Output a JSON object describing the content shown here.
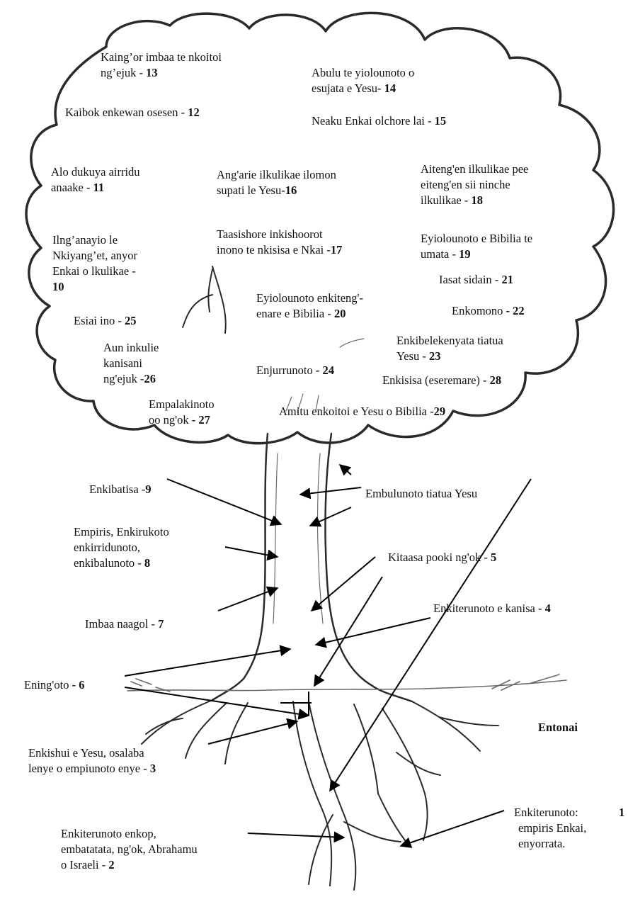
{
  "labels": {
    "l13": {
      "text": "Kaing’or imbaa te nkoitoi\nng’ejuk - ",
      "num": "13"
    },
    "l14": {
      "text": "Abulu te  yiolounoto  o\nesujata e Yesu- ",
      "num": "14"
    },
    "l12": {
      "text": "Kaibok enkewan osesen - ",
      "num": "12"
    },
    "l15": {
      "text": "Neaku Enkai olchore lai - ",
      "num": "15"
    },
    "l11": {
      "text": "Alo dukuya airridu\nanaake - ",
      "num": "11"
    },
    "l16": {
      "text": "Ang'arie ilkulikae ilomon\nsupati le Yesu-",
      "num": "16"
    },
    "l18": {
      "text": "Aiteng'en ilkulikae pee\neiteng'en sii ninche\nilkulikae - ",
      "num": "18"
    },
    "l10": {
      "text": "Ilng’anayio le\nNkiyang’et, anyor\nEnkai o lkulikae -\n",
      "num": "10"
    },
    "l17": {
      "text": "Taasishore inkishoorot\ninono te nkisisa e Nkai -",
      "num": "17"
    },
    "l19": {
      "text": "Eyiolounoto e Bibilia te\numata - ",
      "num": "19"
    },
    "l21": {
      "text": "Iasat sidain - ",
      "num": "21"
    },
    "l20": {
      "text": "Eyiolounoto enkiteng'-\nenare e Bibilia - ",
      "num": "20"
    },
    "l22": {
      "text": "Enkomono ",
      "num": "- 22"
    },
    "l25": {
      "text": "Esiai ino - ",
      "num": "25"
    },
    "l23": {
      "text": "Enkibelekenyata tiatua\nYesu - ",
      "num": "23"
    },
    "l26": {
      "text": "Aun inkulie\nkanisani\nng'ejuk -",
      "num": "26"
    },
    "l24": {
      "text": "Enjurrunoto ",
      "num": "- 24"
    },
    "l28": {
      "text": "Enkisisa (eseremare) - ",
      "num": "28"
    },
    "l27": {
      "text": "Empalakinoto\noo ng'ok ",
      "num": "- 27"
    },
    "l29": {
      "text": "Amitu enkoitoi e Yesu o Bibilia -",
      "num": "29"
    },
    "l9": {
      "text": "Enkibatisa -",
      "num": "9"
    },
    "lemb": {
      "text": "Embulunoto tiatua Yesu",
      "num": ""
    },
    "l8": {
      "text": "Empiris, Enkirukoto\nenkirridunoto,\nenkibalunoto - ",
      "num": "8"
    },
    "l5": {
      "text": "Kitaasa pooki ng'ok - ",
      "num": "5"
    },
    "l4": {
      "text": "Enkiterunoto e kanisa - ",
      "num": "4"
    },
    "l7": {
      "text": "Imbaa  naagol - ",
      "num": "7"
    },
    "l6": {
      "text": "Ening'oto ",
      "num": "- 6"
    },
    "lent": {
      "text": "Entonai",
      "num": ""
    },
    "l3": {
      "text": "Enkishui e Yesu, osalaba\nlenye o empiunoto enye - ",
      "num": "3"
    },
    "l1a": {
      "text": "Enkiterunoto:",
      "num": ""
    },
    "l1n": {
      "text": "",
      "num": "1"
    },
    "l1b": {
      "text": "empiris Enkai,\nenyorrata.",
      "num": ""
    },
    "l2": {
      "text": "Enkiterunoto enkop,\nembatatata,  ng'ok, Abrahamu\no Israeli - ",
      "num": "2"
    }
  }
}
